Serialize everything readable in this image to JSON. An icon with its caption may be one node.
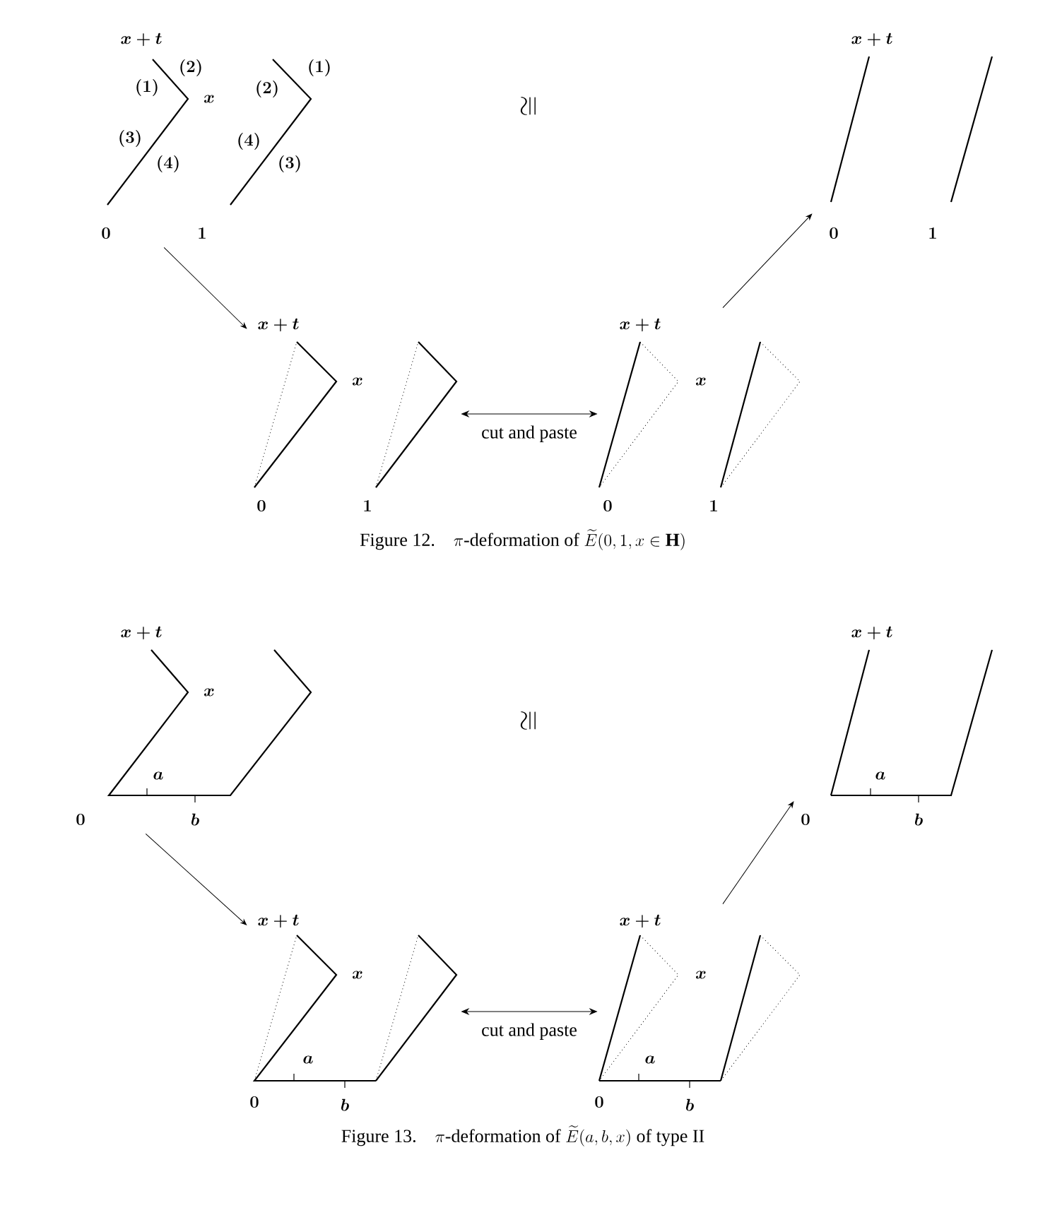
{
  "diagram": {
    "nodes": [
      {
        "text": [
          "x+t",
          "(1)",
          "(2)",
          "x",
          "(3)",
          "(4)",
          "(2)",
          "(1)",
          "(4)",
          "(3)",
          "0",
          "1"
        ]
      },
      {
        "text": [
          "x+t",
          "0",
          "1"
        ]
      },
      {
        "text": [
          "x+t",
          "x",
          "0",
          "1"
        ]
      },
      {
        "text": [
          "x+t",
          "x",
          "0",
          "1"
        ]
      },
      {
        "text": [
          "x+t",
          "x",
          "a",
          "0",
          "b"
        ]
      },
      {
        "text": [
          "x+t",
          "a",
          "0",
          "b"
        ]
      },
      {
        "text": [
          "x+t",
          "x",
          "a",
          "0",
          "b"
        ]
      },
      {
        "text": [
          "x+t",
          "x",
          "a",
          "0",
          "b"
        ]
      }
    ],
    "edges": [
      {
        "from": 0,
        "to": 2,
        "arrow": "to"
      },
      {
        "from": 3,
        "to": 1,
        "arrow": "to"
      },
      {
        "from": 2,
        "to": 3,
        "arrow": "both",
        "label": "cut and paste"
      },
      {
        "from": 4,
        "to": 6,
        "arrow": "to"
      },
      {
        "from": 7,
        "to": 5,
        "arrow": "to"
      },
      {
        "from": 6,
        "to": 7,
        "arrow": "both",
        "label": "cut and paste"
      }
    ],
    "labels": [
      "\\cong",
      "\\text{Figure 12.}\\quad \\pi\\text{-deformation of }\\widetilde{E}(0,1,x\\in\\mathbf{H})",
      "\\cong",
      "\\text{Figure 13.}\\quad \\pi\\text{-deformation of }\\widetilde{E}(a,b,x)\\text{ of type II}"
    ]
  }
}
